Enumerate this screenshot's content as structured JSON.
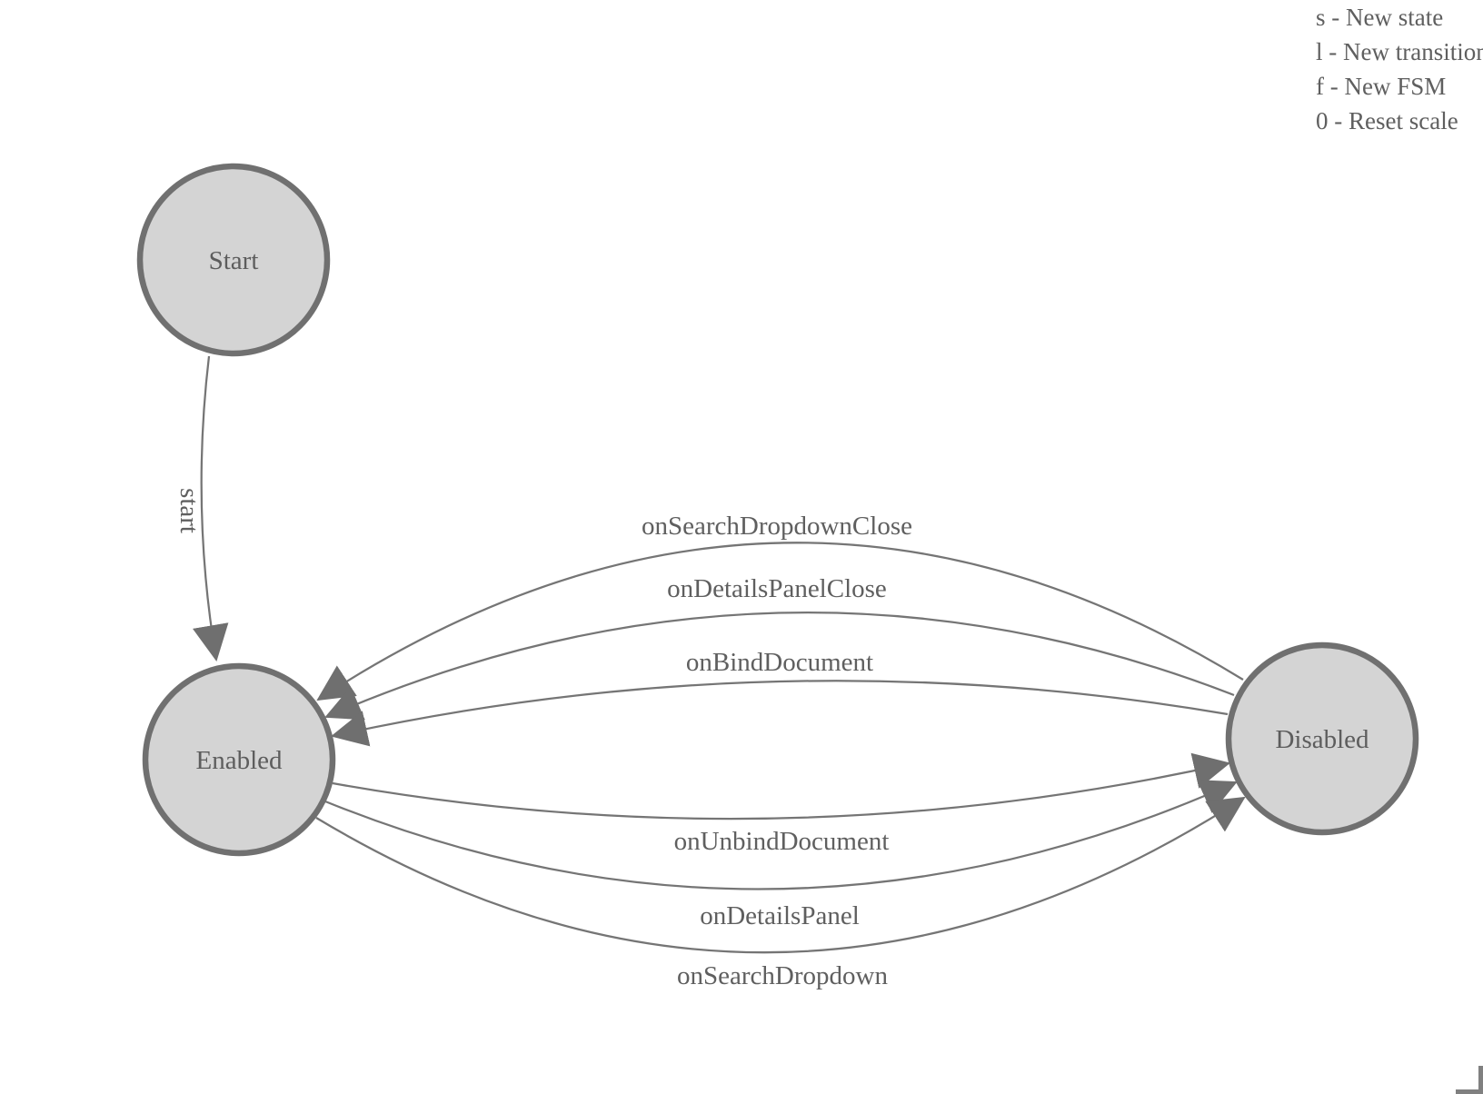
{
  "hints": {
    "lines": [
      "s - New state",
      "l - New transition",
      "f - New FSM",
      "0 - Reset scale"
    ]
  },
  "states": [
    {
      "id": "start",
      "label": "Start"
    },
    {
      "id": "enabled",
      "label": "Enabled"
    },
    {
      "id": "disabled",
      "label": "Disabled"
    }
  ],
  "transitions": [
    {
      "label": "start",
      "from": "Start",
      "to": "Enabled"
    },
    {
      "label": "onSearchDropdownClose",
      "from": "Disabled",
      "to": "Enabled"
    },
    {
      "label": "onDetailsPanelClose",
      "from": "Disabled",
      "to": "Enabled"
    },
    {
      "label": "onBindDocument",
      "from": "Disabled",
      "to": "Enabled"
    },
    {
      "label": "onUnbindDocument",
      "from": "Enabled",
      "to": "Disabled"
    },
    {
      "label": "onDetailsPanel",
      "from": "Enabled",
      "to": "Disabled"
    },
    {
      "label": "onSearchDropdown",
      "from": "Enabled",
      "to": "Disabled"
    }
  ],
  "colors": {
    "state_fill": "#d4d4d4",
    "state_stroke": "#707070",
    "edge_stroke": "#757575",
    "arrow_fill": "#6f6f6f",
    "text": "#5f5f5f",
    "background": "#ffffff"
  }
}
